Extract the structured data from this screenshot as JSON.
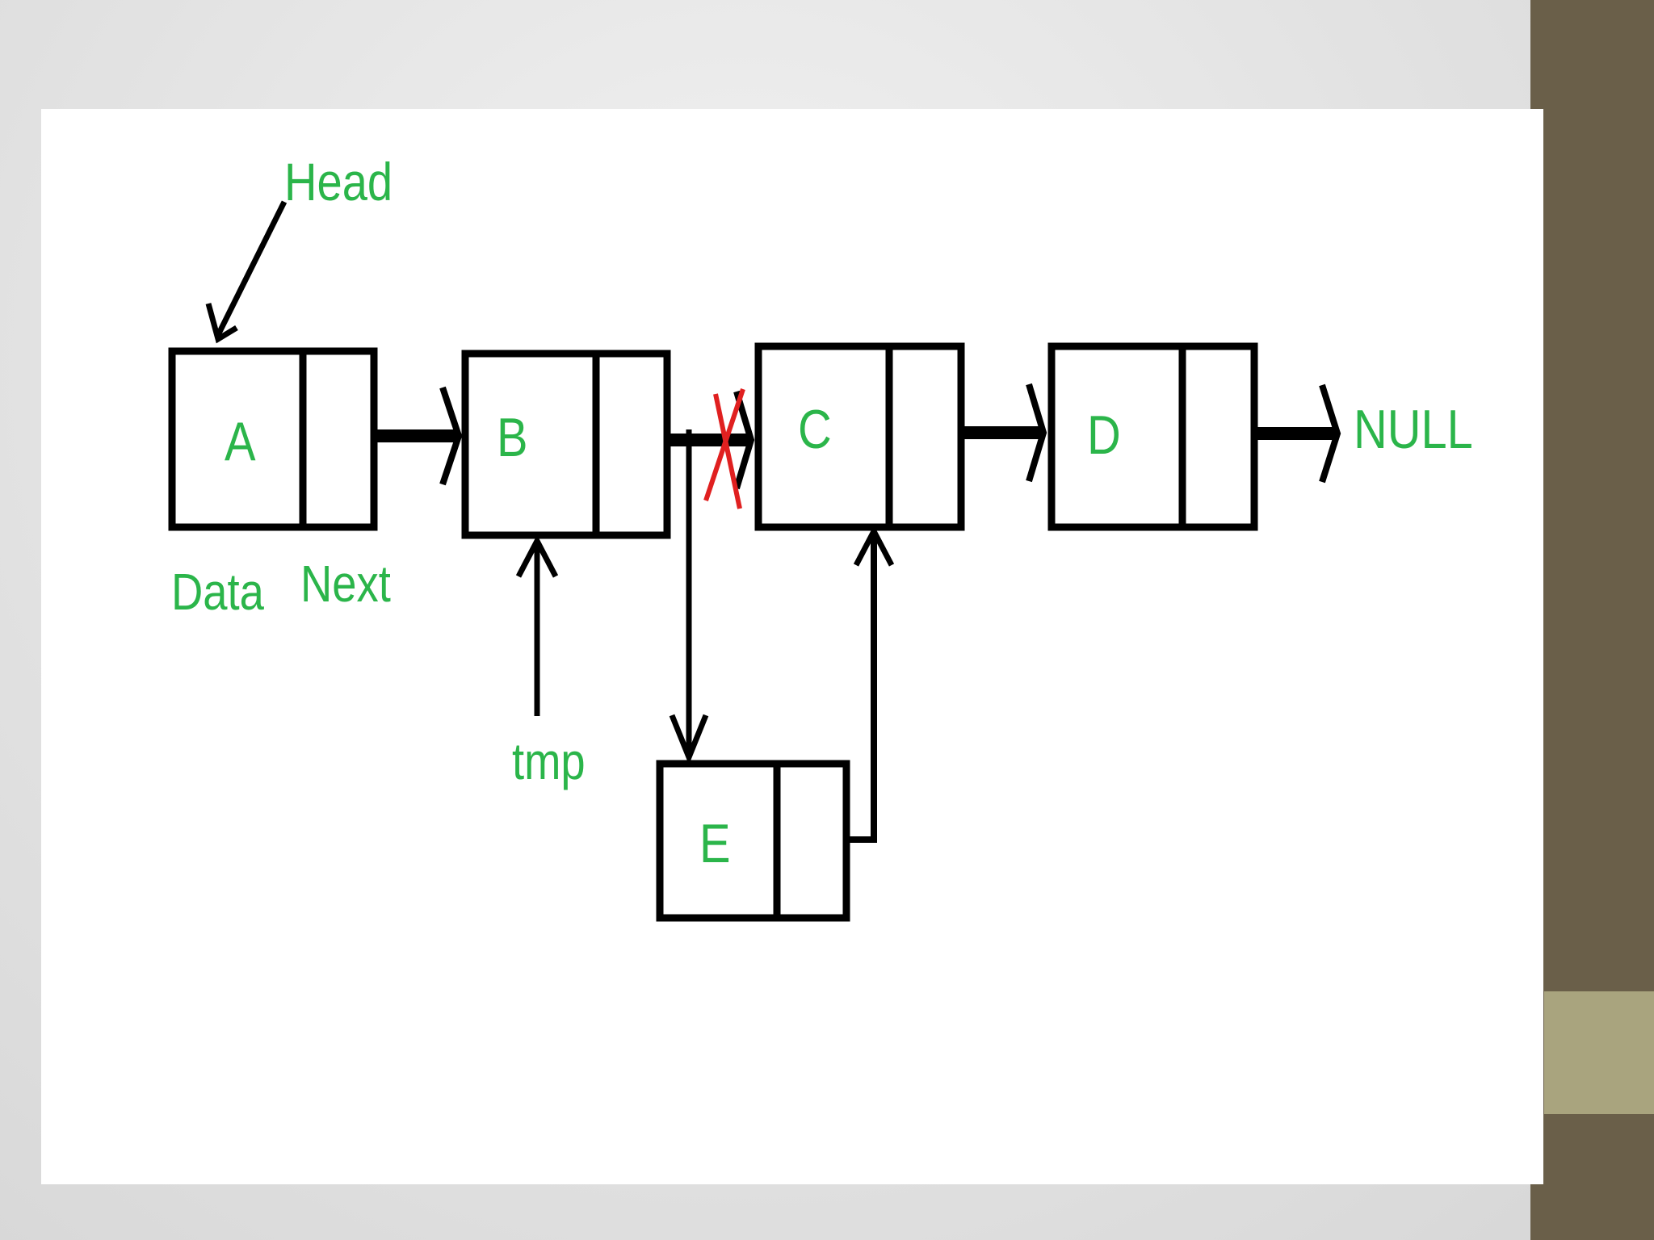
{
  "nodes": [
    {
      "id": "A",
      "label": "A"
    },
    {
      "id": "B",
      "label": "B"
    },
    {
      "id": "C",
      "label": "C"
    },
    {
      "id": "D",
      "label": "D"
    },
    {
      "id": "E",
      "label": "E"
    }
  ],
  "labels": {
    "head": "Head",
    "null": "NULL",
    "data": "Data",
    "next": "Next",
    "tmp": "tmp"
  },
  "links": [
    {
      "from": "A",
      "to": "B"
    },
    {
      "from": "B",
      "to": "C",
      "removed": true
    },
    {
      "from": "B",
      "to": "E"
    },
    {
      "from": "E",
      "to": "C"
    },
    {
      "from": "C",
      "to": "D"
    },
    {
      "from": "D",
      "to": "NULL"
    }
  ],
  "colors": {
    "label_green": "#2bb54a",
    "removed_mark_red": "#e02020",
    "stroke": "#000000",
    "side_bar": "#6a5f49",
    "side_accent": "#a9a47e"
  }
}
